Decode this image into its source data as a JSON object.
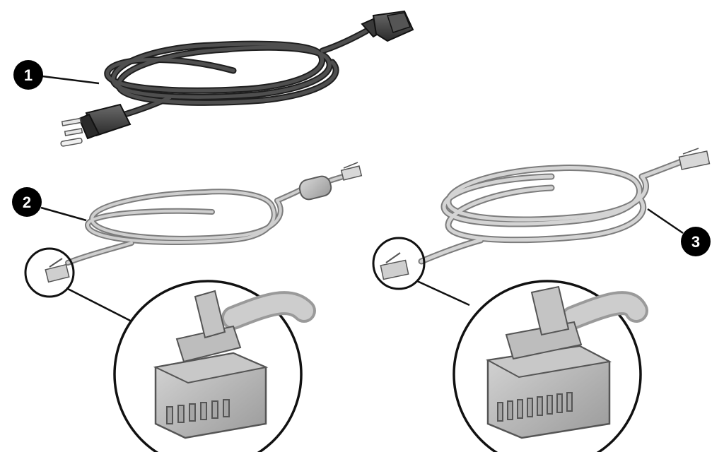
{
  "callouts": [
    {
      "label": "1",
      "item": "power-cord"
    },
    {
      "label": "2",
      "item": "modem-cable-with-ferrite"
    },
    {
      "label": "3",
      "item": "network-cable"
    }
  ],
  "colors": {
    "background": "#ffffff",
    "callout_fill": "#000000",
    "callout_text": "#ffffff",
    "power_cord": "#4a4a4a",
    "power_cord_edge": "#1e1e1e",
    "light_cable": "#c2c2c2",
    "light_cable_edge": "#7c7c7c",
    "connector_body": "#b4b4b4",
    "connector_edge": "#5a5a5a"
  }
}
